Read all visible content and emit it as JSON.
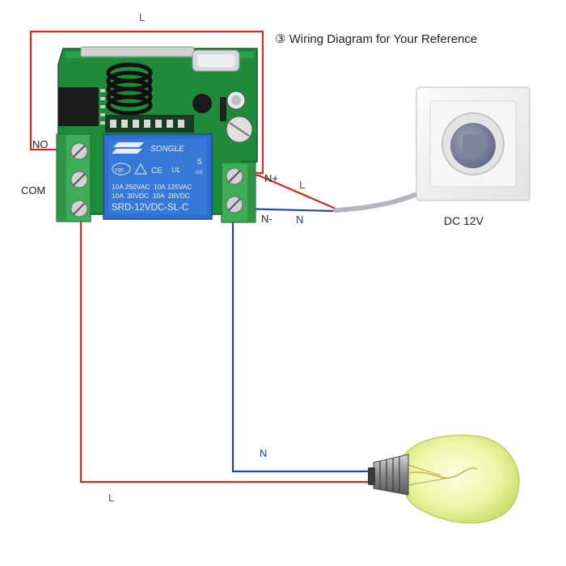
{
  "title": "③ Wiring Diagram for Your Reference",
  "terminals": {
    "no": "NO",
    "com": "COM",
    "n_plus": "N+",
    "n_minus": "N-"
  },
  "wire_labels": {
    "top_live": "L",
    "supply_live": "L",
    "supply_neutral": "N",
    "lamp_neutral": "N",
    "lamp_live": "L"
  },
  "power": {
    "label": "DC 12V"
  },
  "relay": {
    "brand": "SONGLE",
    "pin_count": "5",
    "rating_1": "10A 250VAC  10A 125VAC",
    "rating_2": "10A  30VDC  10A  28VDC",
    "model": "SRD-12VDC-SL-C",
    "marks": [
      "cqc",
      "CE",
      "UL",
      "US"
    ]
  },
  "colors": {
    "live_wire": "#d42a2a",
    "neutral_wire": "#2b3fb5",
    "pcb": "#1f8a3a",
    "relay": "#2e6fd0",
    "terminal_block": "#3dae57",
    "label_red": "#c62828",
    "label_blue": "#1e3aa8",
    "text": "#222222"
  }
}
